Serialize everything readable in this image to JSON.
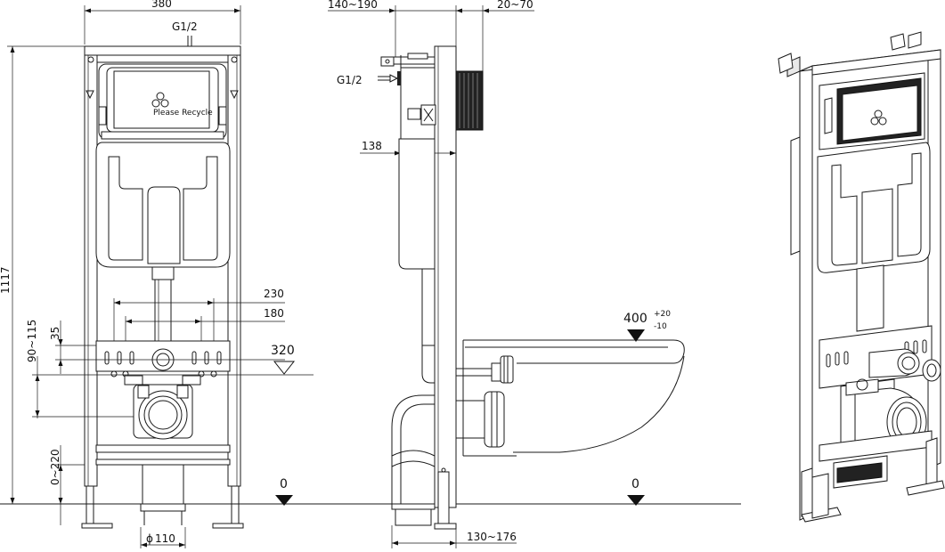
{
  "front_view": {
    "width_dim": "380",
    "supply_label": "G1/2",
    "height_dim": "1117",
    "dim_230": "230",
    "dim_180": "180",
    "dim_35": "35",
    "dim_90_115": "90~115",
    "dim_320": "320",
    "dim_0_220": "0~220",
    "dim_110": "110",
    "level_zero": "0"
  },
  "side_view": {
    "dim_140_190": "140~190",
    "dim_20_70": "20~70",
    "supply_label": "G1/2",
    "dim_138": "138",
    "dim_400": "400",
    "tol_plus": "+20",
    "tol_minus": "-10",
    "dim_130_176": "130~176",
    "level_zero": "0"
  }
}
